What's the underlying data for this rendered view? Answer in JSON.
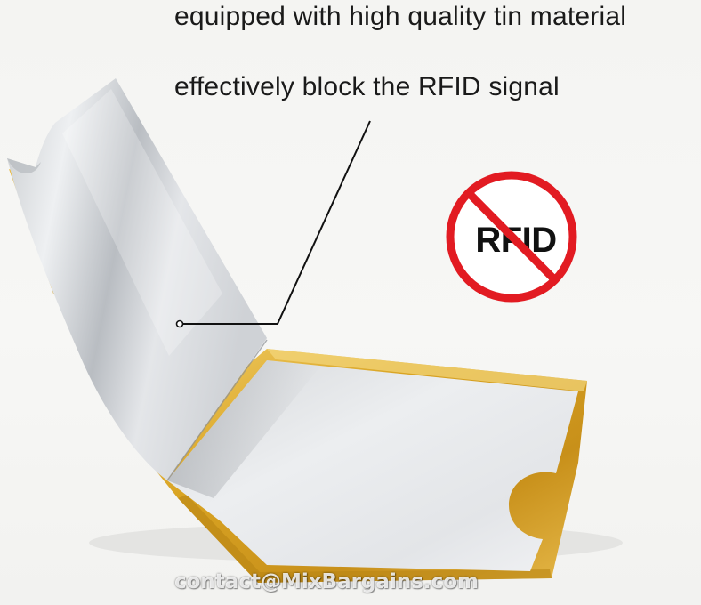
{
  "captions": {
    "line1": "equipped with high quality tin material",
    "line2": "effectively block the RFID signal"
  },
  "no_rfid_badge": {
    "text": "RFID",
    "ring_color": "#e21b22",
    "icon": "prohibition-icon"
  },
  "watermark": "contact@MixBargains.com",
  "colors": {
    "gold": "#d9a520",
    "silver": "#dcdde0",
    "background": "#f5f5f3"
  }
}
